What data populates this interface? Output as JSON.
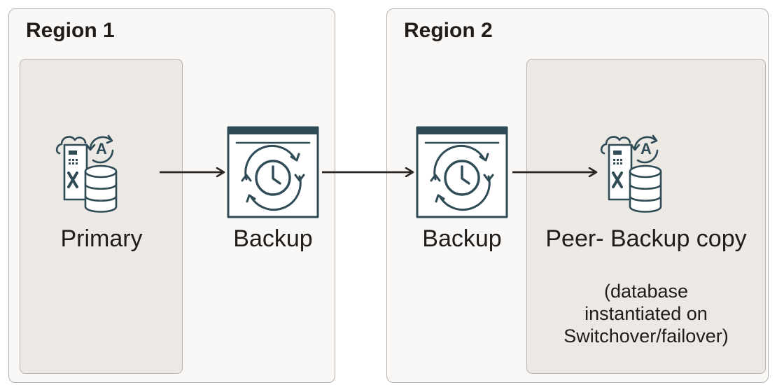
{
  "colors": {
    "icon": "#2e4b56",
    "arrow": "#2a2522",
    "region_border": "#b9b2aa",
    "region_fill": "#f9f8f6",
    "zone_fill": "#ece8e3"
  },
  "regions": [
    {
      "title": "Region 1"
    },
    {
      "title": "Region 2"
    }
  ],
  "nodes": {
    "primary": {
      "label": "Primary",
      "icon": "database-autonomous-icon"
    },
    "backup1": {
      "label": "Backup",
      "icon": "backup-clock-icon"
    },
    "backup2": {
      "label": "Backup",
      "icon": "backup-clock-icon"
    },
    "peer": {
      "label": "Peer- Backup copy",
      "icon": "database-autonomous-icon",
      "note_lines": [
        "(database",
        "instantiated on",
        "Switchover/failover)"
      ]
    }
  }
}
